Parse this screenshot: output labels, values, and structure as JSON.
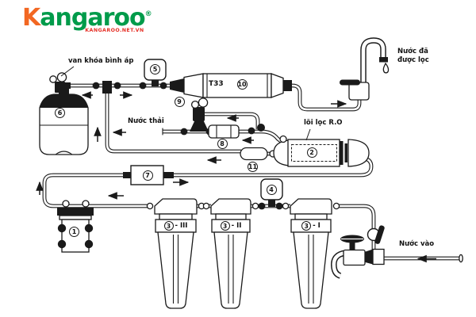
{
  "logo": {
    "brand_k": "K",
    "brand_rest": "angaroo",
    "registered": "®",
    "website": "KANGAROO.NET.VN"
  },
  "labels": {
    "tank_valve": "van khóa bình áp",
    "waste_water": "Nước thải",
    "filtered_water_line1": "Nước đã",
    "filtered_water_line2": "được lọc",
    "ro_core": "lõi lọc R.O",
    "water_in": "Nước vào",
    "t33": "T33"
  },
  "components": {
    "n1": "1",
    "n2": "2",
    "n3": "3",
    "n4": "4",
    "n5": "5",
    "n6": "6",
    "n7": "7",
    "n8": "8",
    "n9": "9",
    "n10": "10",
    "n11": "11",
    "stage_third": "- III",
    "stage_second": "- II",
    "stage_first": "- I"
  },
  "colors": {
    "brand_orange": "#F26722",
    "brand_green": "#009B4A",
    "brand_red": "#E53027",
    "line_color": "#1A1A1A"
  }
}
